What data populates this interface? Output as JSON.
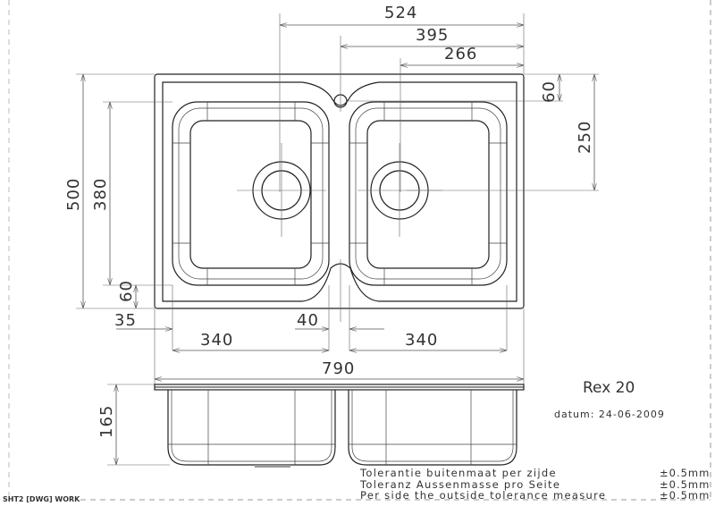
{
  "drawing": {
    "model": "Rex 20",
    "date": "datum: 24-06-2009",
    "sheet_label": "SHT2 [DWG] WORK",
    "dimensions": {
      "d524": "524",
      "d395": "395",
      "d266": "266",
      "d60_right": "60",
      "d250": "250",
      "d500": "500",
      "d380": "380",
      "d60_left": "60",
      "d35": "35",
      "d40": "40",
      "d340_left": "340",
      "d340_right": "340",
      "d790": "790",
      "d165": "165"
    },
    "tolerances": [
      {
        "text": "Tolerantie buitenmaat per zijde",
        "value": "±0.5mm"
      },
      {
        "text": "Toleranz Aussenmasse pro Seite",
        "value": "±0.5mm"
      },
      {
        "text": "Per side the outside tolerance measure",
        "value": "±0.5mm"
      }
    ]
  }
}
